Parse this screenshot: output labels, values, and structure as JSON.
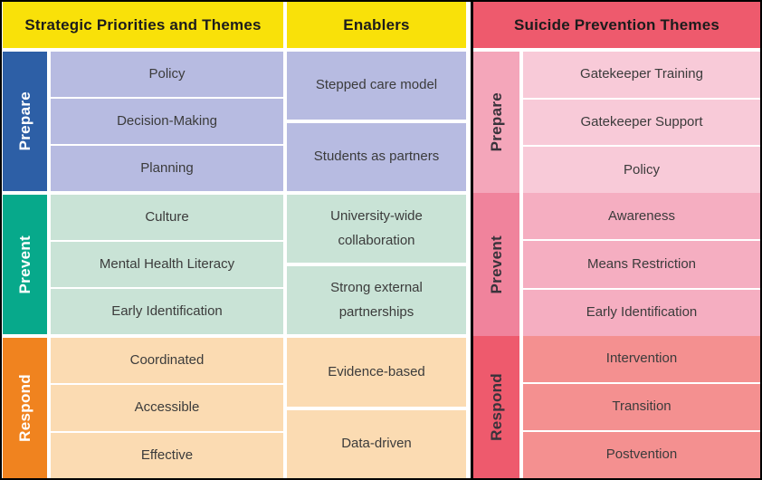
{
  "diagram": {
    "background": "#FFFFFF",
    "border_color": "#000000",
    "text_color": "#3B3B3B",
    "columns": [
      {
        "header": "Strategic Priorities and Themes",
        "header_bg": "#F9E109",
        "sections": [
          {
            "label": "Prepare",
            "sidebar_bg": "#2D5FA6",
            "sidebar_text_color": "#FFFFFF",
            "cell_bg": "#B7BBE1",
            "items": [
              "Policy",
              "Decision-Making",
              "Planning"
            ]
          },
          {
            "label": "Prevent",
            "sidebar_bg": "#07A98B",
            "sidebar_text_color": "#FFFFFF",
            "cell_bg": "#C9E3D6",
            "items": [
              "Culture",
              "Mental Health Literacy",
              "Early Identification"
            ]
          },
          {
            "label": "Respond",
            "sidebar_bg": "#F0831F",
            "sidebar_text_color": "#FFFFFF",
            "cell_bg": "#FBDBB2",
            "items": [
              "Coordinated",
              "Accessible",
              "Effective"
            ]
          }
        ]
      },
      {
        "header": "Enablers",
        "header_bg": "#F9E109",
        "sections": [
          {
            "cell_bg": "#B7BBE1",
            "items": [
              "Stepped care model",
              "Students as partners"
            ]
          },
          {
            "cell_bg": "#C9E3D6",
            "items": [
              "University-wide collaboration",
              "Strong external partnerships"
            ]
          },
          {
            "cell_bg": "#FBDBB2",
            "items": [
              "Evidence-based",
              "Data-driven"
            ]
          }
        ]
      },
      {
        "header": "Suicide Prevention Themes",
        "header_bg": "#EE5A6D",
        "sections": [
          {
            "label": "Prepare",
            "sidebar_bg": "#F4A6BA",
            "sidebar_text_color": "#39333B",
            "cell_bg": "#F8CAD8",
            "items": [
              "Gatekeeper Training",
              "Gatekeeper Support",
              "Policy"
            ]
          },
          {
            "label": "Prevent",
            "sidebar_bg": "#F0839C",
            "sidebar_text_color": "#39333B",
            "cell_bg": "#F5AEC1",
            "items": [
              "Awareness",
              "Means Restriction",
              "Early Identification"
            ]
          },
          {
            "label": "Respond",
            "sidebar_bg": "#EE5A6D",
            "sidebar_text_color": "#39333B",
            "cell_bg": "#F49090",
            "items": [
              "Intervention",
              "Transition",
              "Postvention"
            ]
          }
        ]
      }
    ]
  }
}
